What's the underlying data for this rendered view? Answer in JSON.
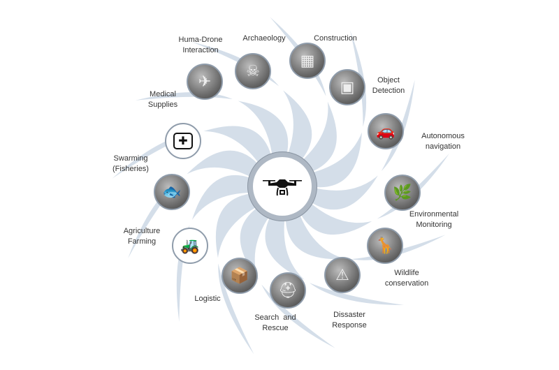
{
  "center": {
    "icon": "drone-icon"
  },
  "applications": [
    {
      "label": "Huma-Drone\nInteraction",
      "icon": "human-drone-photo"
    },
    {
      "label": "Archaeology",
      "icon": "skull-photo"
    },
    {
      "label": "Construction",
      "icon": "construction-photo"
    },
    {
      "label": "Object\nDetection",
      "icon": "object-detection-photo"
    },
    {
      "label": "Autonomous\nnavigation",
      "icon": "car-photo"
    },
    {
      "label": "Environmental\nMonitoring",
      "icon": "environment-photo"
    },
    {
      "label": "Wildlife\nconservation",
      "icon": "wildlife-photo"
    },
    {
      "label": "Dissaster\nResponse",
      "icon": "disaster-photo"
    },
    {
      "label": "Search  and\nRescue",
      "icon": "rescue-photo"
    },
    {
      "label": "Logistic",
      "icon": "logistic-photo"
    },
    {
      "label": "Agriculture\nFarming",
      "icon": "tractor-icon"
    },
    {
      "label": "Swarming\n(Fisheries)",
      "icon": "fisheries-photo"
    },
    {
      "label": "Medical\nSupplies",
      "icon": "medical-kit-icon"
    }
  ],
  "colors": {
    "blade": "#c5d3e1",
    "hub_ring": "#aeb8c4",
    "node_border": "#8f9cab"
  }
}
